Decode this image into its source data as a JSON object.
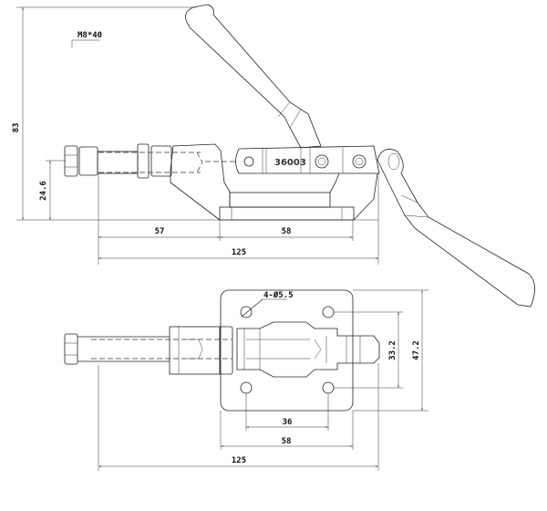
{
  "side_view": {
    "dims": {
      "height_total": "83",
      "spindle_height": "24.6",
      "offset": "57",
      "base_length": "58",
      "overall_length": "125"
    },
    "thread_label": "M8*40",
    "part_number": "36003"
  },
  "top_view": {
    "dims": {
      "hole_spacing_y": "33.2",
      "plate_width": "47.2",
      "hole_spacing_x": "36",
      "plate_length": "58",
      "overall_length": "125"
    },
    "hole_label": "4-Ø5.5"
  }
}
